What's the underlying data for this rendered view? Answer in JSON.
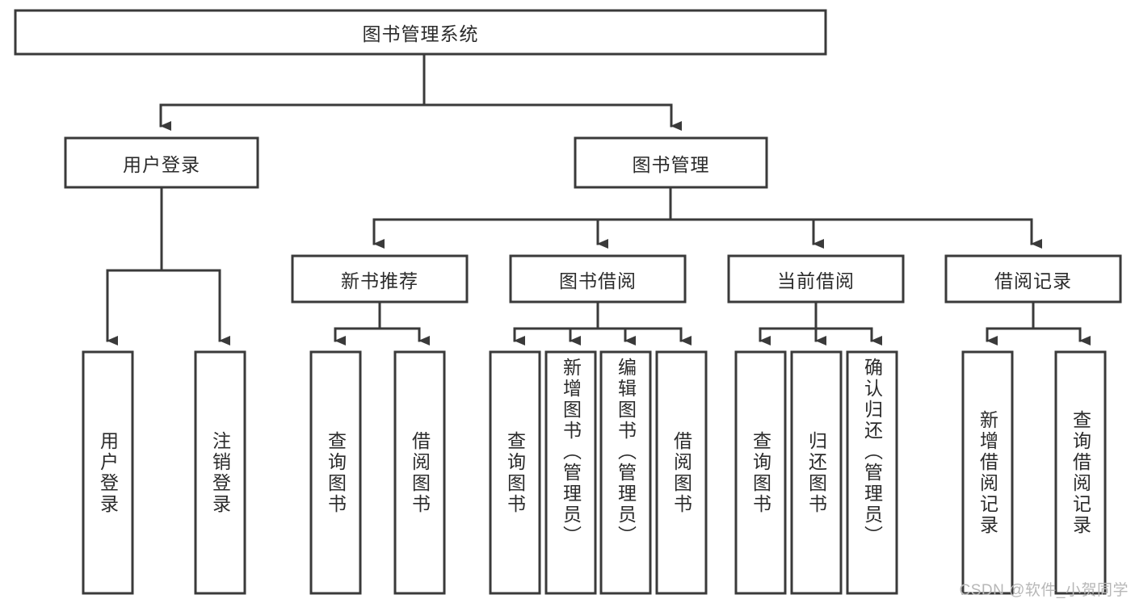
{
  "diagram": {
    "type": "tree-hierarchy-diagram",
    "title_node": {
      "id": "root",
      "label": "图书管理系统"
    },
    "level2": [
      {
        "id": "user-login",
        "label": "用户登录"
      },
      {
        "id": "book-management",
        "label": "图书管理"
      }
    ],
    "level3": [
      {
        "id": "new-book-recommend",
        "label": "新书推荐",
        "parent": "book-management"
      },
      {
        "id": "book-borrow",
        "label": "图书借阅",
        "parent": "book-management"
      },
      {
        "id": "current-borrow",
        "label": "当前借阅",
        "parent": "book-management"
      },
      {
        "id": "borrow-record",
        "label": "借阅记录",
        "parent": "book-management"
      }
    ],
    "leaves": [
      {
        "id": "leaf-user-login",
        "label": "用户登录",
        "parent": "user-login"
      },
      {
        "id": "leaf-logout-login",
        "label": "注销登录",
        "parent": "user-login"
      },
      {
        "id": "leaf-query-book-1",
        "label": "查询图书",
        "parent": "new-book-recommend"
      },
      {
        "id": "leaf-borrow-book-1",
        "label": "借阅图书",
        "parent": "new-book-recommend"
      },
      {
        "id": "leaf-query-book-2",
        "label": "查询图书",
        "parent": "book-borrow"
      },
      {
        "id": "leaf-add-book",
        "label": "新增图书（管理员）",
        "parent": "book-borrow"
      },
      {
        "id": "leaf-edit-book",
        "label": "编辑图书（管理员）",
        "parent": "book-borrow"
      },
      {
        "id": "leaf-borrow-book-2",
        "label": "借阅图书",
        "parent": "book-borrow"
      },
      {
        "id": "leaf-query-book-3",
        "label": "查询图书",
        "parent": "current-borrow"
      },
      {
        "id": "leaf-return-book",
        "label": "归还图书",
        "parent": "current-borrow"
      },
      {
        "id": "leaf-confirm-return",
        "label": "确认归还（管理员）",
        "parent": "current-borrow"
      },
      {
        "id": "leaf-add-record",
        "label": "新增借阅记录",
        "parent": "borrow-record"
      },
      {
        "id": "leaf-query-record",
        "label": "查询借阅记录",
        "parent": "borrow-record"
      }
    ],
    "watermark": "CSDN @软件_小贺同学",
    "colors": {
      "stroke": "#3a3a3a",
      "fill": "#ffffff",
      "text": "#2b2b2b",
      "watermark": "#b7b7b7"
    }
  }
}
